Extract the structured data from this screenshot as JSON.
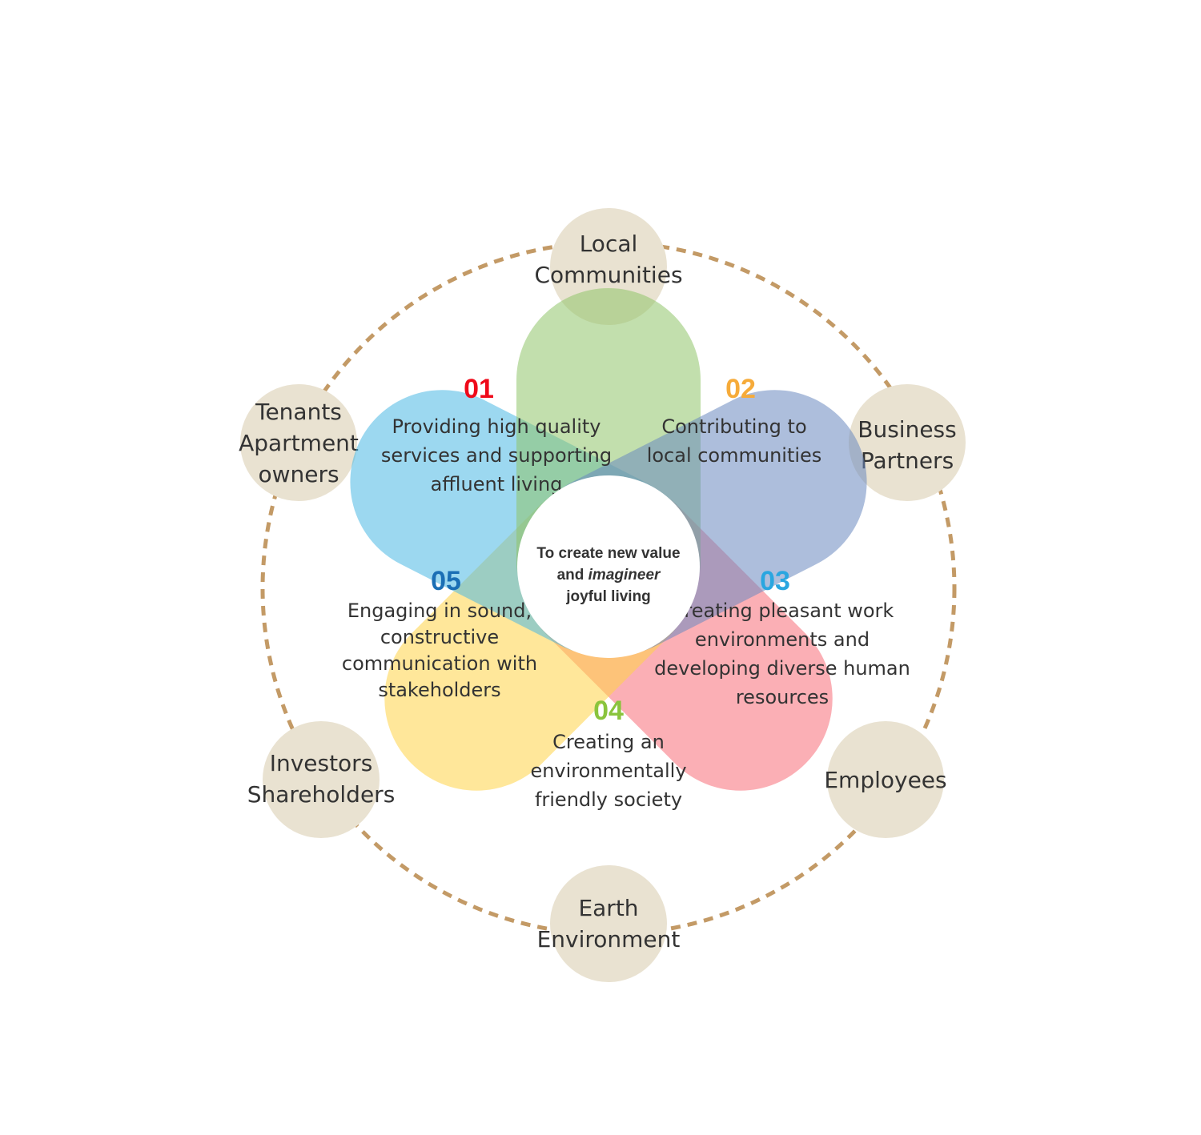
{
  "center": {
    "line1": "To create new value",
    "line2_prefix": "and ",
    "line2_em": "imagineer",
    "line3": "joyful living"
  },
  "petals": [
    {
      "number": "01",
      "lines": [
        "Providing high quality",
        "services and supporting",
        "affluent living"
      ],
      "color": "#f76e78",
      "number_color": "#ef0a1a"
    },
    {
      "number": "02",
      "lines": [
        "Contributing to",
        "local communities"
      ],
      "color": "#ffd447",
      "number_color": "#f6ab3a"
    },
    {
      "number": "03",
      "lines": [
        "Creating pleasant work",
        "environments and",
        "developing diverse human",
        "resources"
      ],
      "color": "#4bb8e3",
      "number_color": "#2aa6e0"
    },
    {
      "number": "04",
      "lines": [
        "Creating an",
        "environmentally",
        "friendly society"
      ],
      "color": "#8fc46a",
      "number_color": "#8ac43d"
    },
    {
      "number": "05",
      "lines": [
        "Engaging in sound,",
        "constructive",
        "communication with",
        "stakeholders"
      ],
      "color": "#6a88c0",
      "number_color": "#1b6fb5"
    }
  ],
  "stakeholders": [
    {
      "lines": [
        "Local",
        "Communities"
      ]
    },
    {
      "lines": [
        "Business",
        "Partners"
      ]
    },
    {
      "lines": [
        "Employees"
      ]
    },
    {
      "lines": [
        "Earth",
        "Environment"
      ]
    },
    {
      "lines": [
        "Investors",
        "Shareholders"
      ]
    },
    {
      "lines": [
        "Tenants",
        "Apartment",
        "owners"
      ]
    }
  ],
  "colors": {
    "ring": "#c39a66",
    "stakeholder_fill": "#e9e2d1",
    "text": "#333333",
    "center_fill": "#ffffff"
  }
}
